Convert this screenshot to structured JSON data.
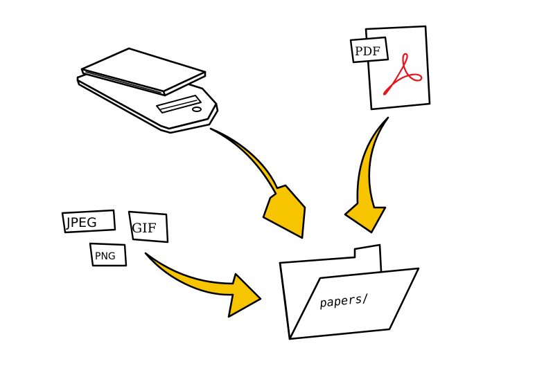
{
  "scanner": {
    "icon": "flatbed-scanner-icon"
  },
  "pdf_document": {
    "label": "PDF",
    "icon": "adobe-acrobat-logo-icon",
    "logo_color": "#e8121b"
  },
  "image_formats": {
    "jpeg": "JPEG",
    "gif": "GIF",
    "png": "PNG"
  },
  "folder": {
    "label": "papers/",
    "icon": "open-folder-icon"
  },
  "arrows": {
    "color": "#f6c500",
    "items": [
      {
        "from": "scanner",
        "to": "folder"
      },
      {
        "from": "pdf_document",
        "to": "folder"
      },
      {
        "from": "image_formats",
        "to": "folder"
      }
    ]
  }
}
